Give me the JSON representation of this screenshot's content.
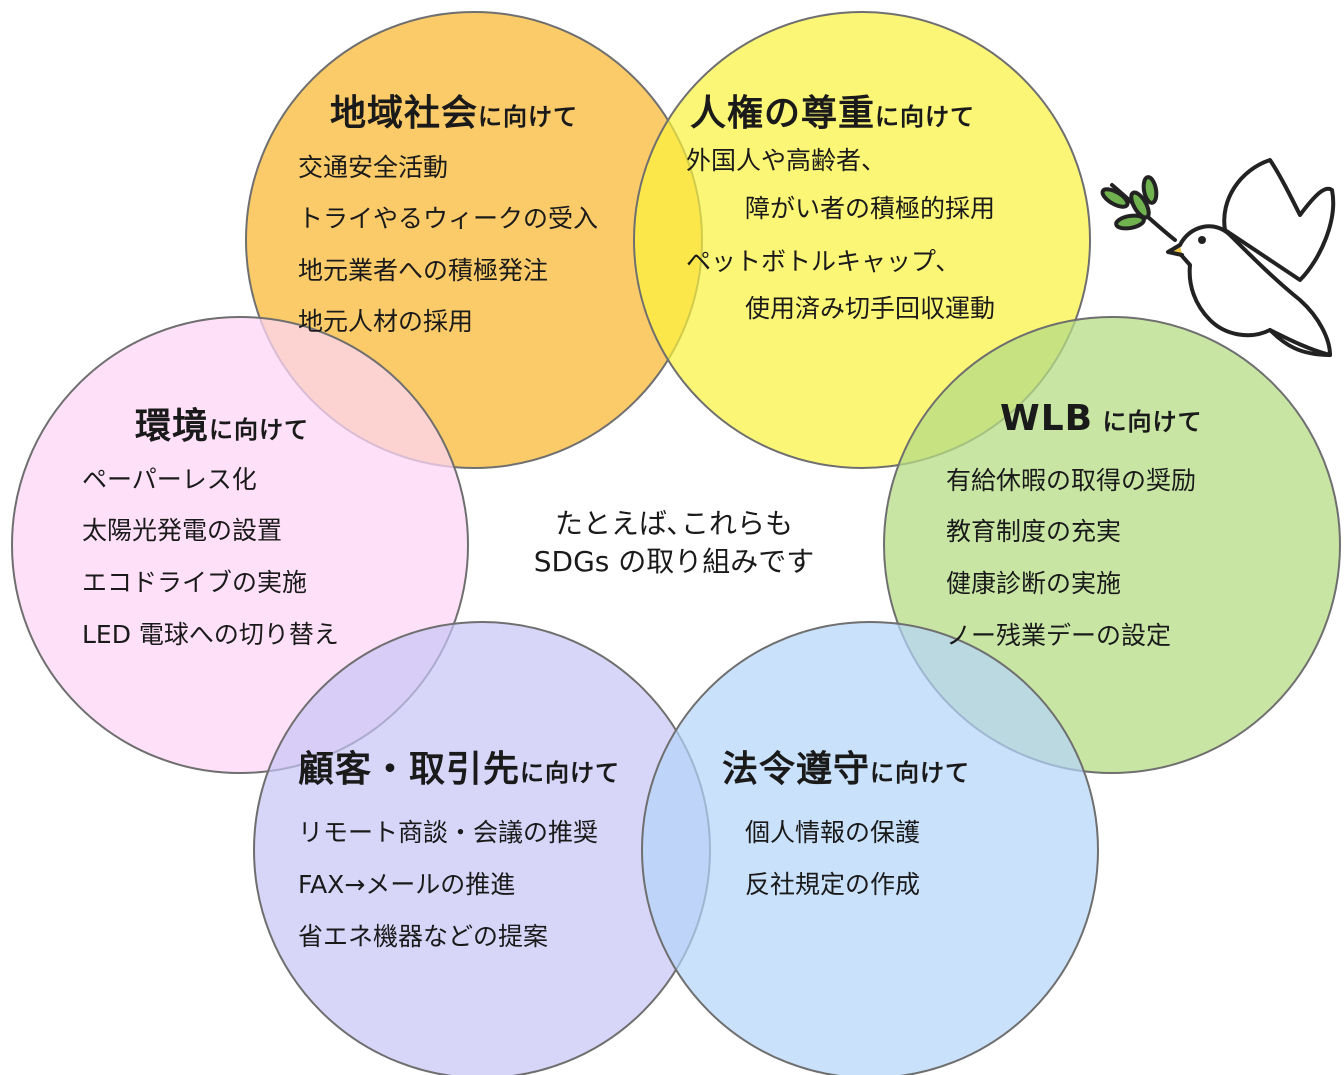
{
  "center_text": {
    "line1": "たとえば､これらも",
    "line2": "SDGs の取り組みです"
  },
  "circles": {
    "community": {
      "title": "地域社会",
      "suffix": "に向けて",
      "color": "#f9c24d",
      "items": [
        "交通安全活動",
        "トライやるウィークの受入",
        "地元業者への積極発注",
        "地元人材の採用"
      ]
    },
    "human_rights": {
      "title": "人権の尊重",
      "suffix": "に向けて",
      "color": "#fbf23c",
      "items": [
        "外国人や高齢者、",
        "障がい者の積極的採用",
        "ペットボトルキャップ、",
        "使用済み切手回収運動"
      ]
    },
    "environment": {
      "title": "環境",
      "suffix": "に向けて",
      "color": "#fdd6f6",
      "items": [
        "ペーパーレス化",
        "太陽光発電の設置",
        "エコドライブの実施",
        "LED 電球への切り替え"
      ]
    },
    "wlb": {
      "title": "WLB",
      "suffix": " に向けて",
      "color": "#b6dc86",
      "items": [
        "有給休暇の取得の奨励",
        "教育制度の充実",
        "健康診断の実施",
        "ノー残業デーの設定"
      ]
    },
    "customers": {
      "title": "顧客・取引先",
      "suffix": "に向けて",
      "color": "#c6c4f7",
      "items": [
        "リモート商談・会議の推奨",
        "FAX→メールの推進",
        "省エネ機器などの提案"
      ]
    },
    "compliance": {
      "title": "法令遵守",
      "suffix": "に向けて",
      "color": "#b4d4fa",
      "items": [
        "個人情報の保護",
        "反社規定の作成"
      ]
    }
  },
  "illustration": {
    "icon": "dove-with-olive-branch-icon"
  }
}
